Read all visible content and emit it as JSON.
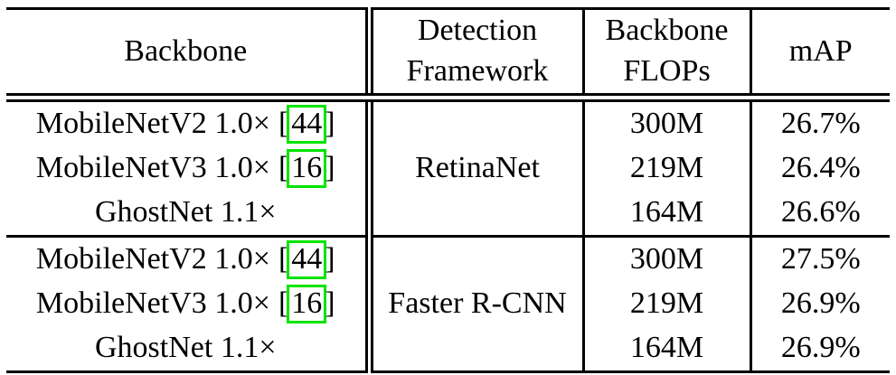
{
  "page": {
    "background": "#ffffff",
    "text_color": "#000000"
  },
  "table": {
    "citation_color": "#00E400",
    "cite_open": "[",
    "cite_close": "]",
    "columns": [
      {
        "id": "backbone",
        "header_lines": [
          "Backbone"
        ]
      },
      {
        "id": "framework",
        "header_lines": [
          "Detection",
          "Framework"
        ]
      },
      {
        "id": "flops",
        "header_lines": [
          "Backbone",
          "FLOPs"
        ]
      },
      {
        "id": "map",
        "header_lines": [
          "mAP"
        ]
      }
    ],
    "groups": [
      {
        "framework": "RetinaNet",
        "rows": [
          {
            "name": "MobileNetV2 1.0×",
            "cite": "44",
            "flops": "300M",
            "map": "26.7%"
          },
          {
            "name": "MobileNetV3 1.0×",
            "cite": "16",
            "flops": "219M",
            "map": "26.4%"
          },
          {
            "name": "GhostNet 1.1×",
            "cite": null,
            "flops": "164M",
            "map": "26.6%"
          }
        ]
      },
      {
        "framework": "Faster R-CNN",
        "rows": [
          {
            "name": "MobileNetV2 1.0×",
            "cite": "44",
            "flops": "300M",
            "map": "27.5%"
          },
          {
            "name": "MobileNetV3 1.0×",
            "cite": "16",
            "flops": "219M",
            "map": "26.9%"
          },
          {
            "name": "GhostNet 1.1×",
            "cite": null,
            "flops": "164M",
            "map": "26.9%"
          }
        ]
      }
    ]
  }
}
